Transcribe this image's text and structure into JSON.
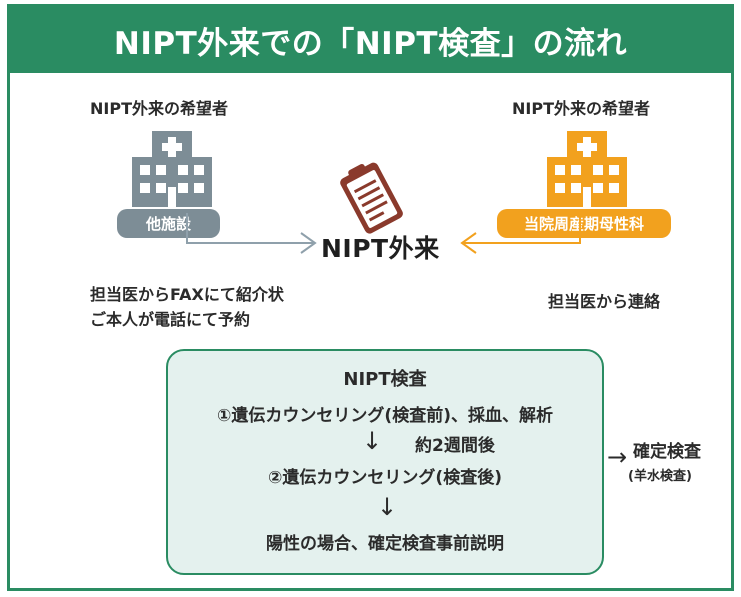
{
  "title": "NIPT外来での「NIPT検査」の流れ",
  "left": {
    "applicant": "NIPT外来の希望者",
    "badge": "他施設",
    "note_line1": "担当医からFAXにて紹介状",
    "note_line2": "ご本人が電話にて予約",
    "color": "#7d8d96"
  },
  "right": {
    "applicant": "NIPT外来の希望者",
    "badge": "当院周産期母性科",
    "note": "担当医から連絡",
    "color": "#f2a11e"
  },
  "center": {
    "label": "NIPT外来",
    "icon": "clipboard-icon",
    "icon_color": "#8a3a2c"
  },
  "box": {
    "title": "NIPT検査",
    "step1": "①遺伝カウンセリング(検査前)、採血、解析",
    "interval": "約2週間後",
    "step2": "②遺伝カウンセリング(検査後)",
    "step3": "陽性の場合、確定検査事前説明",
    "bg_color": "#e4f1ee",
    "border_color": "#2a8c62"
  },
  "confirm": {
    "label": "確定検査",
    "sub": "(羊水検査)"
  }
}
